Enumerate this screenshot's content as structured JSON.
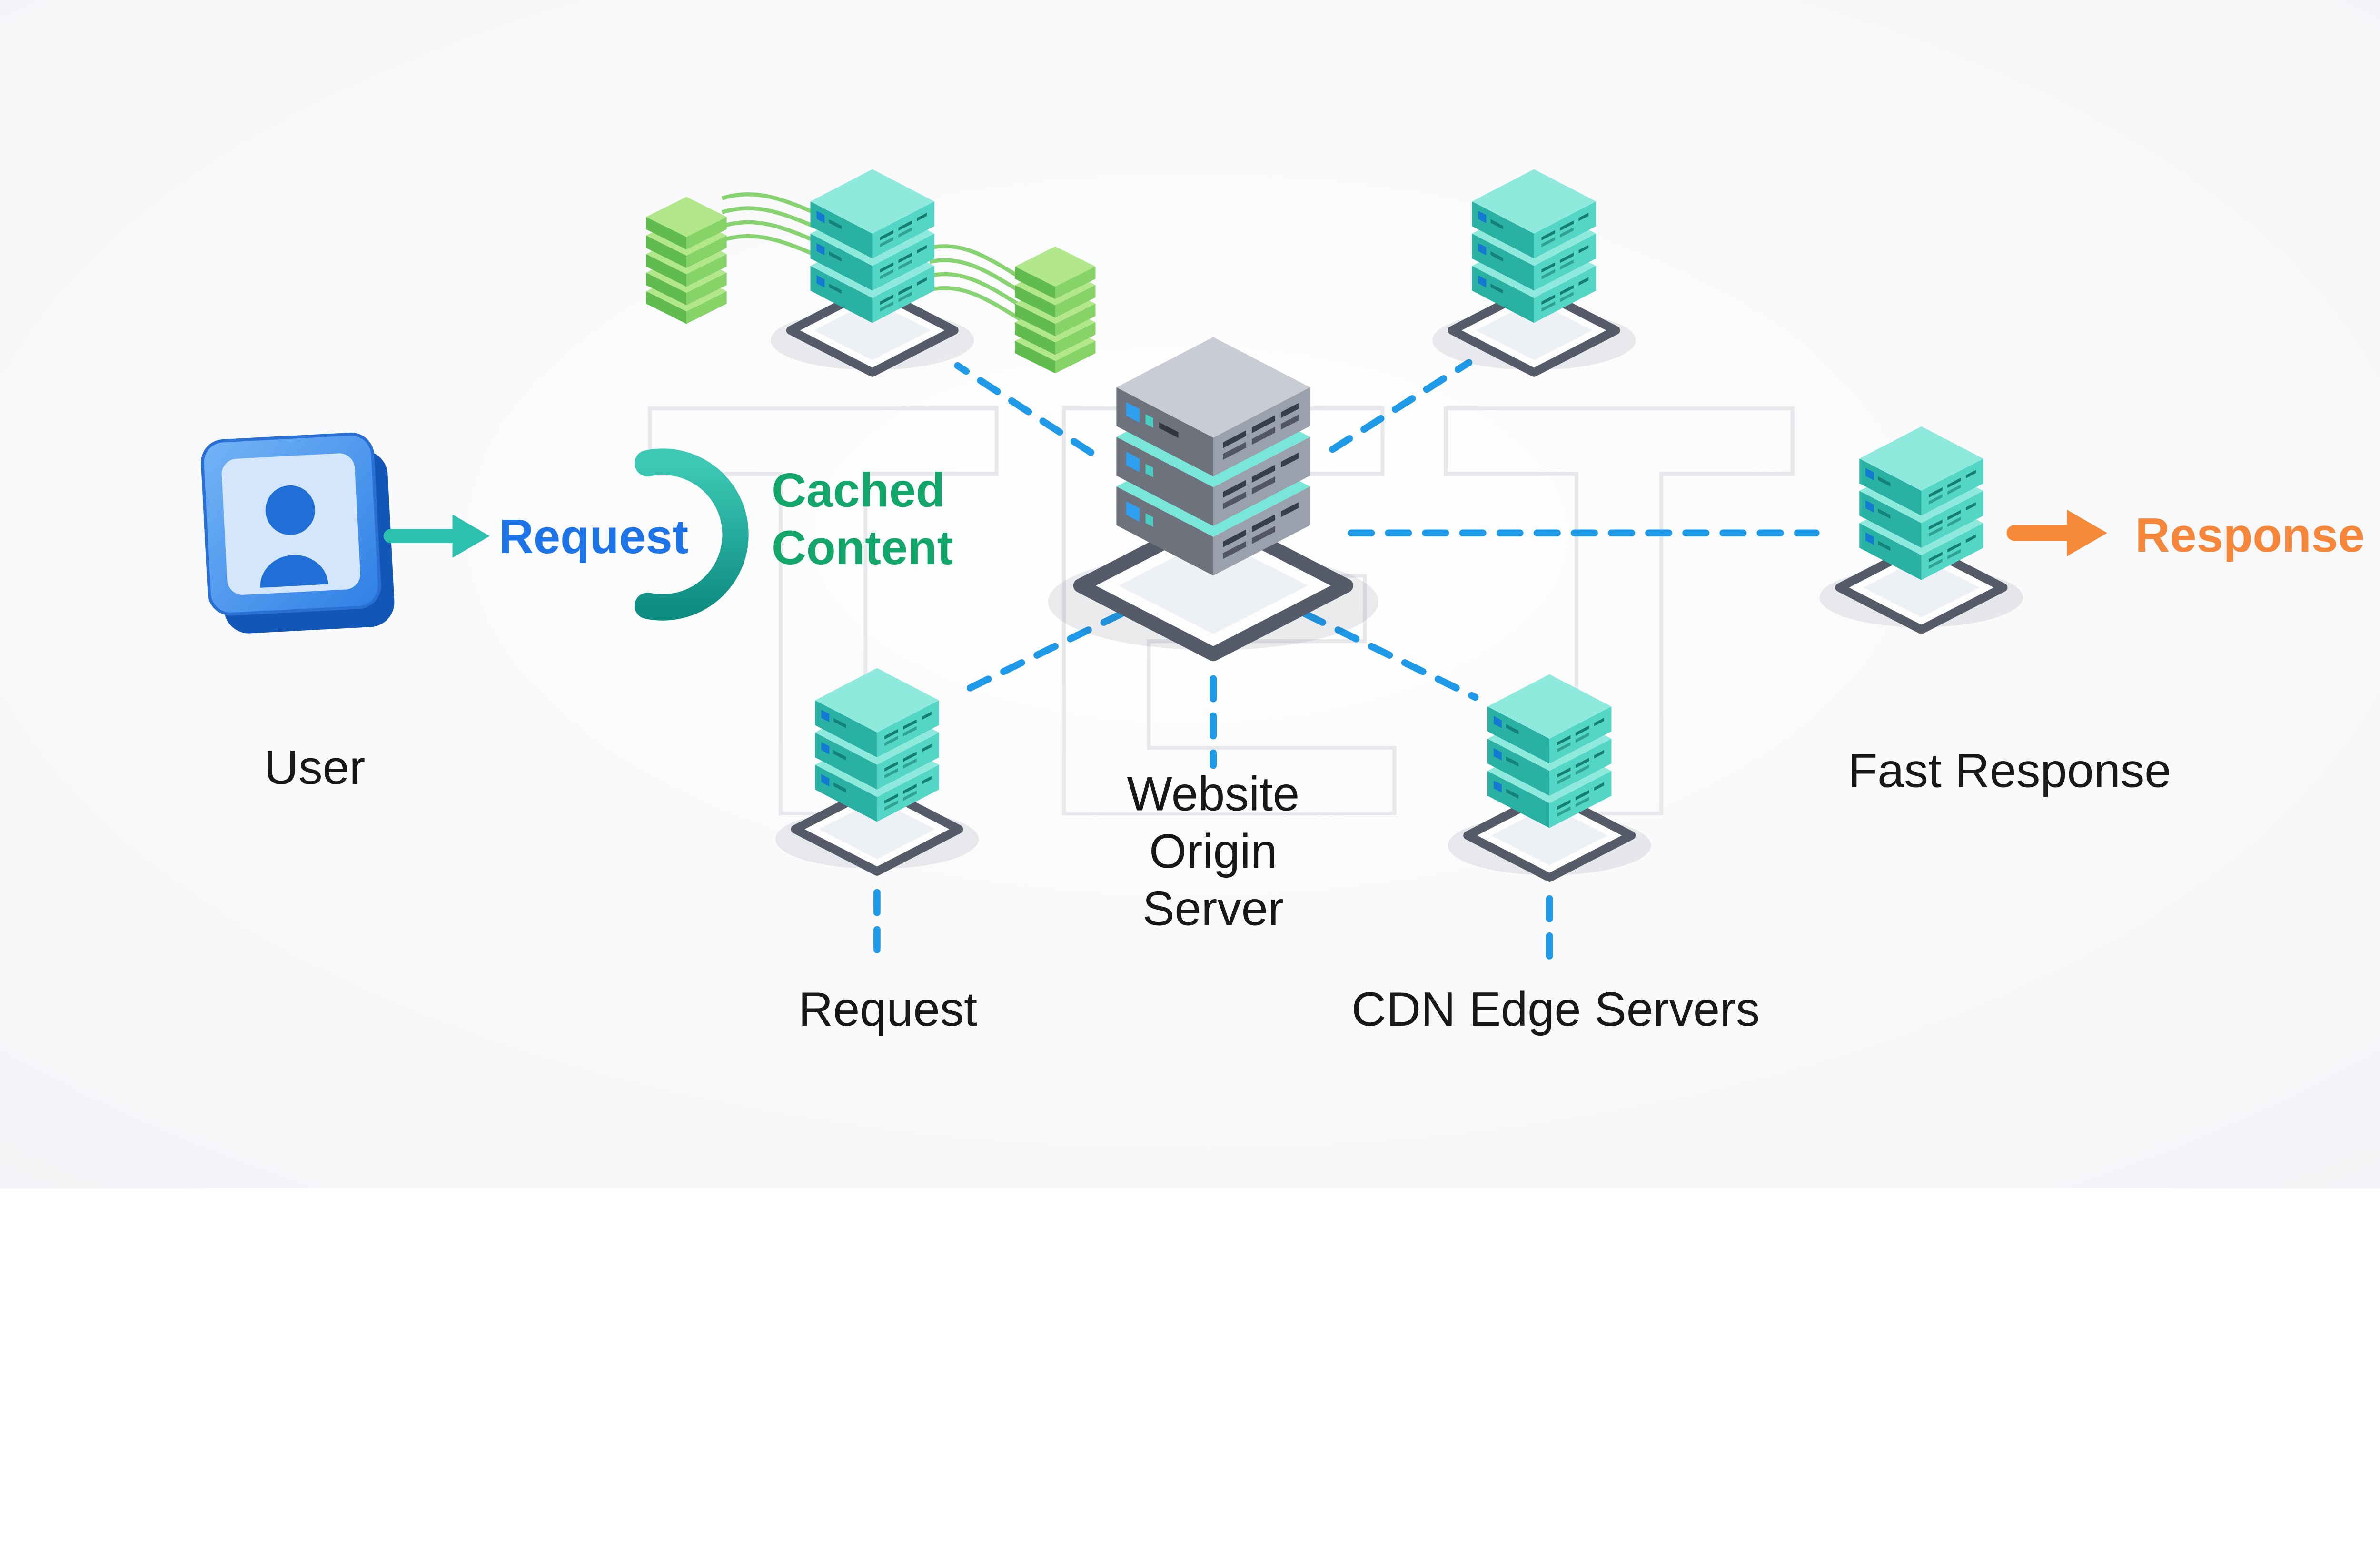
{
  "labels": {
    "user": "User",
    "request": "Request",
    "cached_content": [
      "Cached",
      "Content"
    ],
    "origin": [
      "Website",
      "Origin",
      "Server"
    ],
    "request_bottom": "Request",
    "cdn_edge": "CDN Edge Servers",
    "fast_response": "Fast Response",
    "response": "Response",
    "watermark": "TET"
  },
  "colors": {
    "request_text": "#1c74e8",
    "cached_text": "#13a66b",
    "response_text": "#f6863a",
    "connector_dash": "#1e9ae8",
    "request_arrow": "#2cc0ae",
    "response_arrow": "#f78a38",
    "edge_server_teal": "#2ab3a6",
    "origin_server_gray": "#9ba1ac",
    "cache_green": "#6fcb58"
  },
  "nodes": [
    {
      "id": "user",
      "label": "User",
      "icon": "user-card-icon"
    },
    {
      "id": "origin-server",
      "label": "Website Origin Server",
      "icon": "gray-server-stack-icon"
    },
    {
      "id": "edge-server-top-left",
      "icon": "teal-server-stack-icon"
    },
    {
      "id": "edge-server-top-right",
      "icon": "teal-server-stack-icon"
    },
    {
      "id": "edge-server-bottom-left",
      "label": "Request",
      "icon": "teal-server-stack-icon"
    },
    {
      "id": "edge-server-bottom-right",
      "label": "CDN Edge Servers",
      "icon": "teal-server-stack-icon"
    },
    {
      "id": "edge-server-right",
      "label": "Fast Response",
      "icon": "teal-server-stack-icon"
    },
    {
      "id": "cache-stack-left",
      "icon": "green-layer-stack-icon"
    },
    {
      "id": "cache-stack-right",
      "icon": "green-layer-stack-icon"
    }
  ],
  "edges": [
    {
      "from": "user",
      "to": "cached-content-arc",
      "style": "teal-arrow",
      "label": "Request"
    },
    {
      "from": "origin-server",
      "to": "edge-server-top-left",
      "style": "dashed"
    },
    {
      "from": "origin-server",
      "to": "edge-server-top-right",
      "style": "dashed"
    },
    {
      "from": "origin-server",
      "to": "edge-server-bottom-left",
      "style": "dashed"
    },
    {
      "from": "origin-server",
      "to": "edge-server-bottom-right",
      "style": "dashed"
    },
    {
      "from": "origin-server",
      "to": "edge-server-right",
      "style": "dashed"
    },
    {
      "from": "edge-server-right",
      "to": "response",
      "style": "orange-arrow",
      "label": "Response"
    }
  ]
}
